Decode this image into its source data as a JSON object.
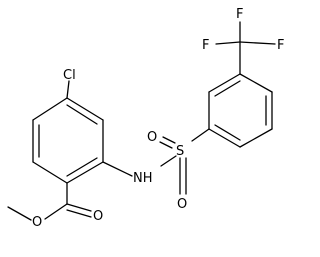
{
  "molecule": {
    "atom_labels": {
      "cl": "Cl",
      "f_left": "F",
      "f_mid": "F",
      "f_right": "F",
      "s": "S",
      "o_left": "O",
      "o_bottom": "O",
      "nh": "NH",
      "o_carbonyl": "O",
      "o_ester": "O"
    },
    "colors": {
      "bond": "#000000",
      "background": "#ffffff"
    }
  }
}
